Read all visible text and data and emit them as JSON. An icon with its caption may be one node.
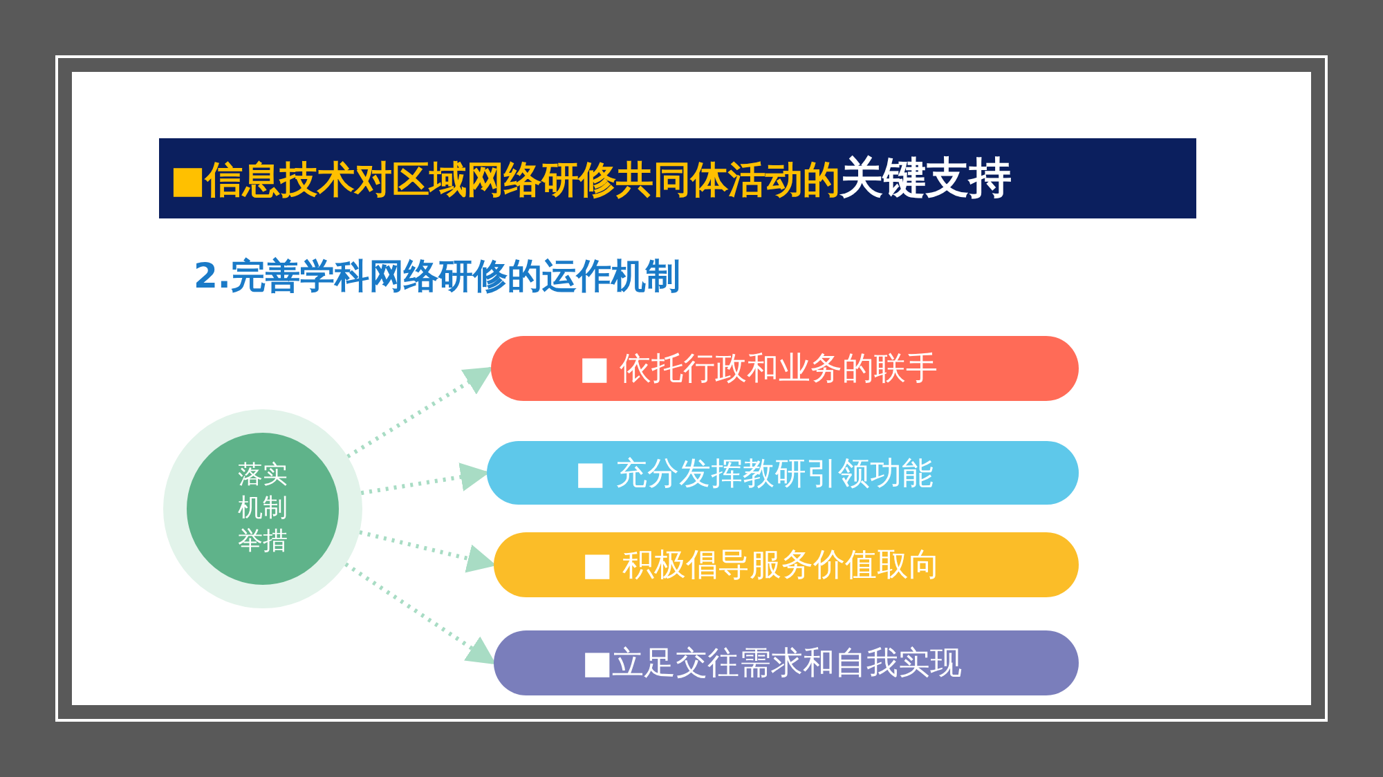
{
  "diagram": {
    "title": "■信息技术对区域网络研修共同体活动的**关键支持**",
    "nodes": [
      {
        "text": [
          "落实机制举措"
        ]
      },
      {
        "text": [
          "■ 依托行政和业务的联手"
        ]
      },
      {
        "text": [
          "■ 充分发挥教研引领功能"
        ]
      },
      {
        "text": [
          "■ 积极倡导服务价值取向"
        ]
      },
      {
        "text": [
          "■立足交往需求和自我实现"
        ]
      }
    ],
    "edges": [
      {
        "from": 0,
        "to": 1,
        "arrow": "to"
      },
      {
        "from": 0,
        "to": 2,
        "arrow": "to"
      },
      {
        "from": 0,
        "to": 3,
        "arrow": "to"
      },
      {
        "from": 0,
        "to": 4,
        "arrow": "to"
      }
    ],
    "labels": [
      "2.完善学科网络研修的运作机制"
    ]
  }
}
